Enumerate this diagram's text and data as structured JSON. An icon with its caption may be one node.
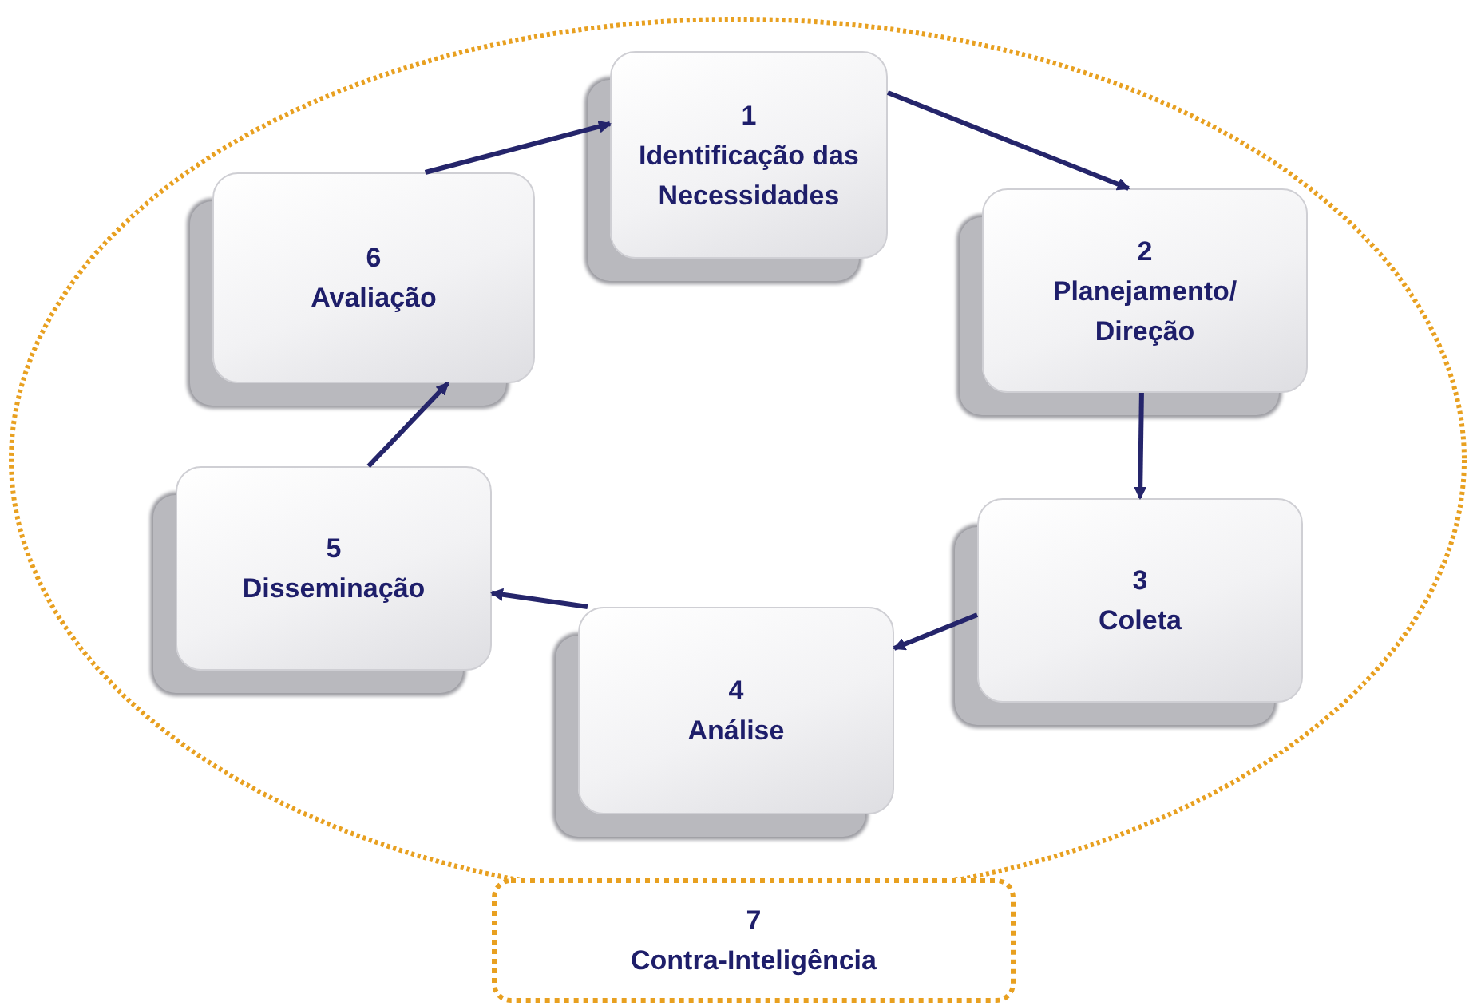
{
  "diagram": {
    "nodes": [
      {
        "text": [
          "1",
          "Identificação das Necessidades"
        ]
      },
      {
        "text": [
          "2",
          "Planejamento/ Direção"
        ]
      },
      {
        "text": [
          "3",
          "Coleta"
        ]
      },
      {
        "text": [
          "4",
          "Análise"
        ]
      },
      {
        "text": [
          "5",
          "Disseminação"
        ]
      },
      {
        "text": [
          "6",
          "Avaliação"
        ]
      },
      {
        "text": [
          "7",
          "Contra-Inteligência"
        ]
      }
    ],
    "edges": [
      {
        "from": 0,
        "to": 1,
        "arrow": "to"
      },
      {
        "from": 1,
        "to": 2,
        "arrow": "to"
      },
      {
        "from": 2,
        "to": 3,
        "arrow": "to"
      },
      {
        "from": 3,
        "to": 4,
        "arrow": "to"
      },
      {
        "from": 4,
        "to": 5,
        "arrow": "to"
      },
      {
        "from": 5,
        "to": 0,
        "arrow": "to"
      }
    ]
  }
}
